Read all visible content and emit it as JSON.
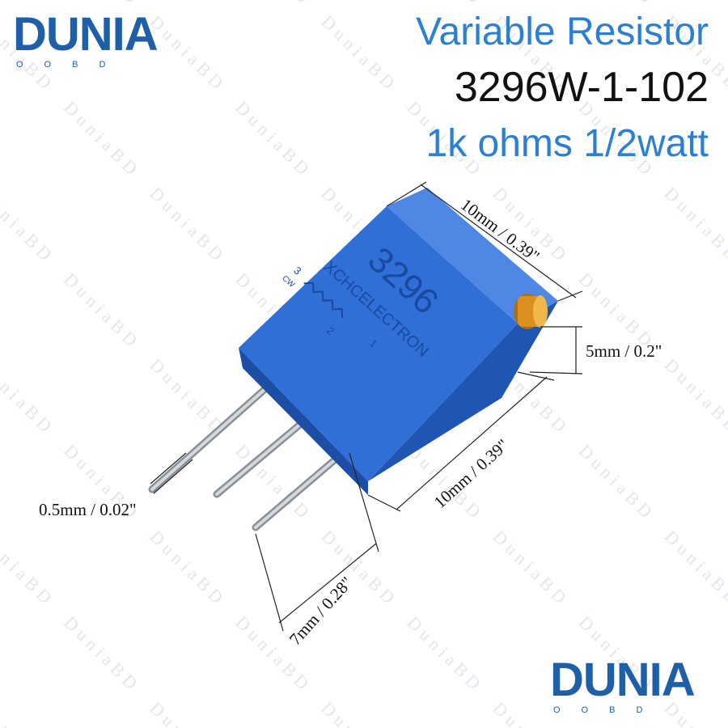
{
  "brand": {
    "name": "DUNIA",
    "sub": "OOBD"
  },
  "product": {
    "title": "Variable Resistor",
    "model": "3296W-1-102",
    "spec": "1k ohms 1/2watt"
  },
  "component_marking": {
    "code": "3296",
    "maker": "XCHCELECTRON",
    "pin3": "3",
    "cw": "CW",
    "pin2": "2",
    "pin1": "1"
  },
  "dimensions": {
    "top": "10mm / 0.39\"",
    "height": "5mm / 0.2\"",
    "side": "10mm / 0.39\"",
    "pin_diameter": "0.5mm / 0.02\"",
    "pin_length": "7mm / 0.28\""
  },
  "watermark": "Dunia BD",
  "colors": {
    "brand_blue": "#1e5fa8",
    "title_blue": "#2d7fd1",
    "body_blue": "#2f6fd6",
    "adjuster_gold": "#d9901e"
  }
}
